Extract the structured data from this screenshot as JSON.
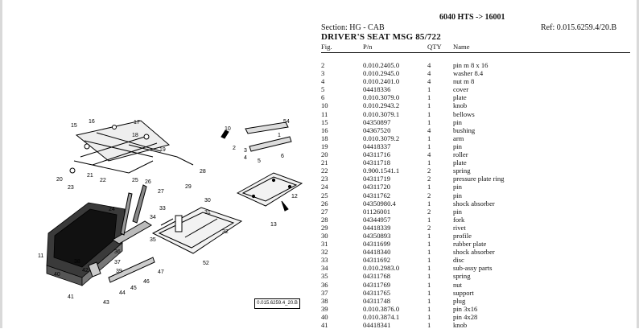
{
  "header": {
    "model": "6040 HTS -> 16001",
    "section": "Section: HG - CAB",
    "ref": "Ref: 0.015.6259.4/20.B",
    "title": "DRIVER'S SEAT MSG 85/722"
  },
  "table": {
    "columns": [
      "Fig.",
      "P/n",
      "QTY",
      "Name"
    ],
    "rows": [
      [
        "2",
        "0.010.2405.0",
        "4",
        "pin m 8 x 16"
      ],
      [
        "3",
        "0.010.2945.0",
        "4",
        "washer 8.4"
      ],
      [
        "4",
        "0.010.2401.0",
        "4",
        "nut m 8"
      ],
      [
        "5",
        "04418336",
        "1",
        "cover"
      ],
      [
        "6",
        "0.010.3079.0",
        "1",
        "plate"
      ],
      [
        "10",
        "0.010.2943.2",
        "1",
        "knob"
      ],
      [
        "11",
        "0.010.3079.1",
        "1",
        "bellows"
      ],
      [
        "15",
        "04350897",
        "1",
        "pin"
      ],
      [
        "16",
        "04367520",
        "4",
        "bushing"
      ],
      [
        "18",
        "0.010.3079.2",
        "1",
        "arm"
      ],
      [
        "19",
        "04418337",
        "1",
        "pin"
      ],
      [
        "20",
        "04311716",
        "4",
        "roller"
      ],
      [
        "21",
        "04311718",
        "1",
        "plate"
      ],
      [
        "22",
        "0.900.1541.1",
        "2",
        "spring"
      ],
      [
        "23",
        "04311719",
        "2",
        "pressure plate ring"
      ],
      [
        "24",
        "04311720",
        "1",
        "pin"
      ],
      [
        "25",
        "04311762",
        "2",
        "pin"
      ],
      [
        "26",
        "04350980.4",
        "1",
        "shock absorber"
      ],
      [
        "27",
        "01126001",
        "2",
        "pin"
      ],
      [
        "28",
        "04344957",
        "1",
        "fork"
      ],
      [
        "29",
        "04418339",
        "2",
        "rivet"
      ],
      [
        "30",
        "04350893",
        "1",
        "profile"
      ],
      [
        "31",
        "04311699",
        "1",
        "rubber plate"
      ],
      [
        "32",
        "04418340",
        "1",
        "shock absorber"
      ],
      [
        "33",
        "04311692",
        "1",
        "disc"
      ],
      [
        "34",
        "0.010.2983.0",
        "1",
        "sub-assy parts"
      ],
      [
        "35",
        "04311768",
        "1",
        "spring"
      ],
      [
        "36",
        "04311769",
        "1",
        "nut"
      ],
      [
        "37",
        "04311765",
        "1",
        "support"
      ],
      [
        "38",
        "04311748",
        "1",
        "plug"
      ],
      [
        "39",
        "0.010.3876.0",
        "1",
        "pin 3x16"
      ],
      [
        "40",
        "0.010.3874.1",
        "1",
        "pin 4x28"
      ],
      [
        "41",
        "04418341",
        "1",
        "knob"
      ]
    ]
  },
  "illustration": {
    "ref_label": "0.015.6259.4_20.B",
    "callouts": [
      {
        "n": "15"
      },
      {
        "n": "16"
      },
      {
        "n": "17"
      },
      {
        "n": "18"
      },
      {
        "n": "19"
      },
      {
        "n": "20"
      },
      {
        "n": "21"
      },
      {
        "n": "22"
      },
      {
        "n": "23"
      },
      {
        "n": "24"
      },
      {
        "n": "25"
      },
      {
        "n": "26"
      },
      {
        "n": "27"
      },
      {
        "n": "28"
      },
      {
        "n": "29"
      },
      {
        "n": "30"
      },
      {
        "n": "31"
      },
      {
        "n": "32"
      },
      {
        "n": "33"
      },
      {
        "n": "34"
      },
      {
        "n": "35"
      },
      {
        "n": "36"
      },
      {
        "n": "37"
      },
      {
        "n": "38"
      },
      {
        "n": "39"
      },
      {
        "n": "40"
      },
      {
        "n": "41"
      },
      {
        "n": "42"
      },
      {
        "n": "43"
      },
      {
        "n": "44"
      },
      {
        "n": "45"
      },
      {
        "n": "46"
      },
      {
        "n": "47"
      },
      {
        "n": "52"
      },
      {
        "n": "54"
      },
      {
        "n": "1"
      },
      {
        "n": "2"
      },
      {
        "n": "3"
      },
      {
        "n": "4"
      },
      {
        "n": "5"
      },
      {
        "n": "6"
      },
      {
        "n": "10"
      },
      {
        "n": "11"
      },
      {
        "n": "12"
      },
      {
        "n": "13"
      }
    ]
  }
}
